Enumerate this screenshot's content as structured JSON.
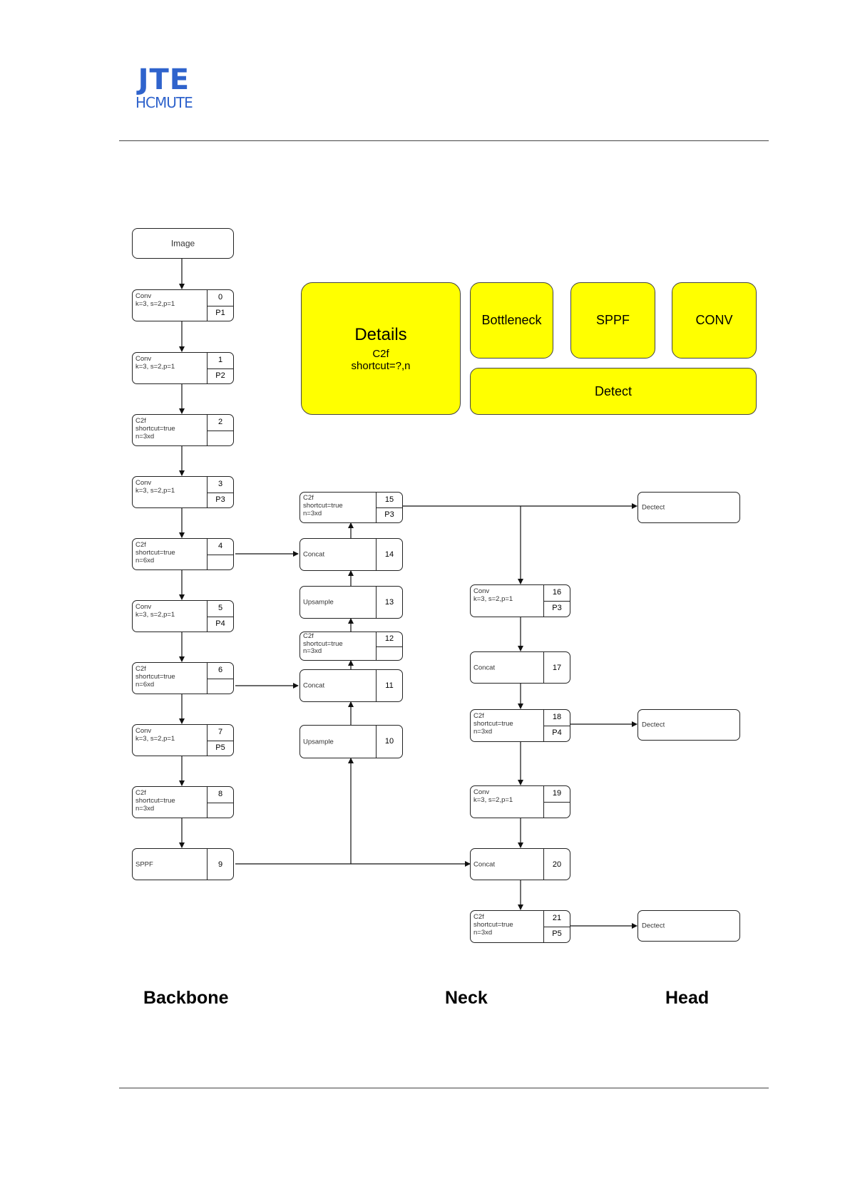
{
  "logo": {
    "line1": "JTE",
    "line2": "HCMUTE"
  },
  "legend": {
    "details_title": "Details",
    "details_line2": "C2f",
    "details_line3": "shortcut=?,n",
    "bottleneck": "Bottleneck",
    "sppf": "SPPF",
    "conv": "CONV",
    "detect": "Detect",
    "color": "#ffff00"
  },
  "sections": {
    "backbone": "Backbone",
    "neck": "Neck",
    "head": "Head"
  },
  "nodes": {
    "image": {
      "label": "Image"
    },
    "n0": {
      "label": "Conv\nk=3, s=2,p=1",
      "num": "0",
      "sub": "P1"
    },
    "n1": {
      "label": "Conv\nk=3, s=2,p=1",
      "num": "1",
      "sub": "P2"
    },
    "n2": {
      "label": "C2f\nshortcut=true\nn=3xd",
      "num": "2",
      "sub": ""
    },
    "n3": {
      "label": "Conv\nk=3, s=2,p=1",
      "num": "3",
      "sub": "P3"
    },
    "n4": {
      "label": "C2f\nshortcut=true\nn=6xd",
      "num": "4",
      "sub": ""
    },
    "n5": {
      "label": "Conv\nk=3, s=2,p=1",
      "num": "5",
      "sub": "P4"
    },
    "n6": {
      "label": "C2f\nshortcut=true\nn=6xd",
      "num": "6",
      "sub": ""
    },
    "n7": {
      "label": "Conv\nk=3, s=2,p=1",
      "num": "7",
      "sub": "P5"
    },
    "n8": {
      "label": "C2f\nshortcut=true\nn=3xd",
      "num": "8",
      "sub": ""
    },
    "n9": {
      "label": "SPPF",
      "num": "9"
    },
    "n10": {
      "label": "Upsample",
      "num": "10"
    },
    "n11": {
      "label": "Concat",
      "num": "11"
    },
    "n12": {
      "label": "C2f\nshortcut=true\nn=3xd",
      "num": "12",
      "sub": ""
    },
    "n13": {
      "label": "Upsample",
      "num": "13"
    },
    "n14": {
      "label": "Concat",
      "num": "14"
    },
    "n15": {
      "label": "C2f\nshortcut=true\nn=3xd",
      "num": "15",
      "sub": "P3"
    },
    "n16": {
      "label": "Conv\nk=3, s=2,p=1",
      "num": "16",
      "sub": "P3"
    },
    "n17": {
      "label": "Concat",
      "num": "17"
    },
    "n18": {
      "label": "C2f\nshortcut=true\nn=3xd",
      "num": "18",
      "sub": "P4"
    },
    "n19": {
      "label": "Conv\nk=3, s=2,p=1",
      "num": "19",
      "sub": ""
    },
    "n20": {
      "label": "Concat",
      "num": "20"
    },
    "n21": {
      "label": "C2f\nshortcut=true\nn=3xd",
      "num": "21",
      "sub": "P5"
    },
    "d1": {
      "label": "Dectect"
    },
    "d2": {
      "label": "Dectect"
    },
    "d3": {
      "label": "Dectect"
    }
  }
}
